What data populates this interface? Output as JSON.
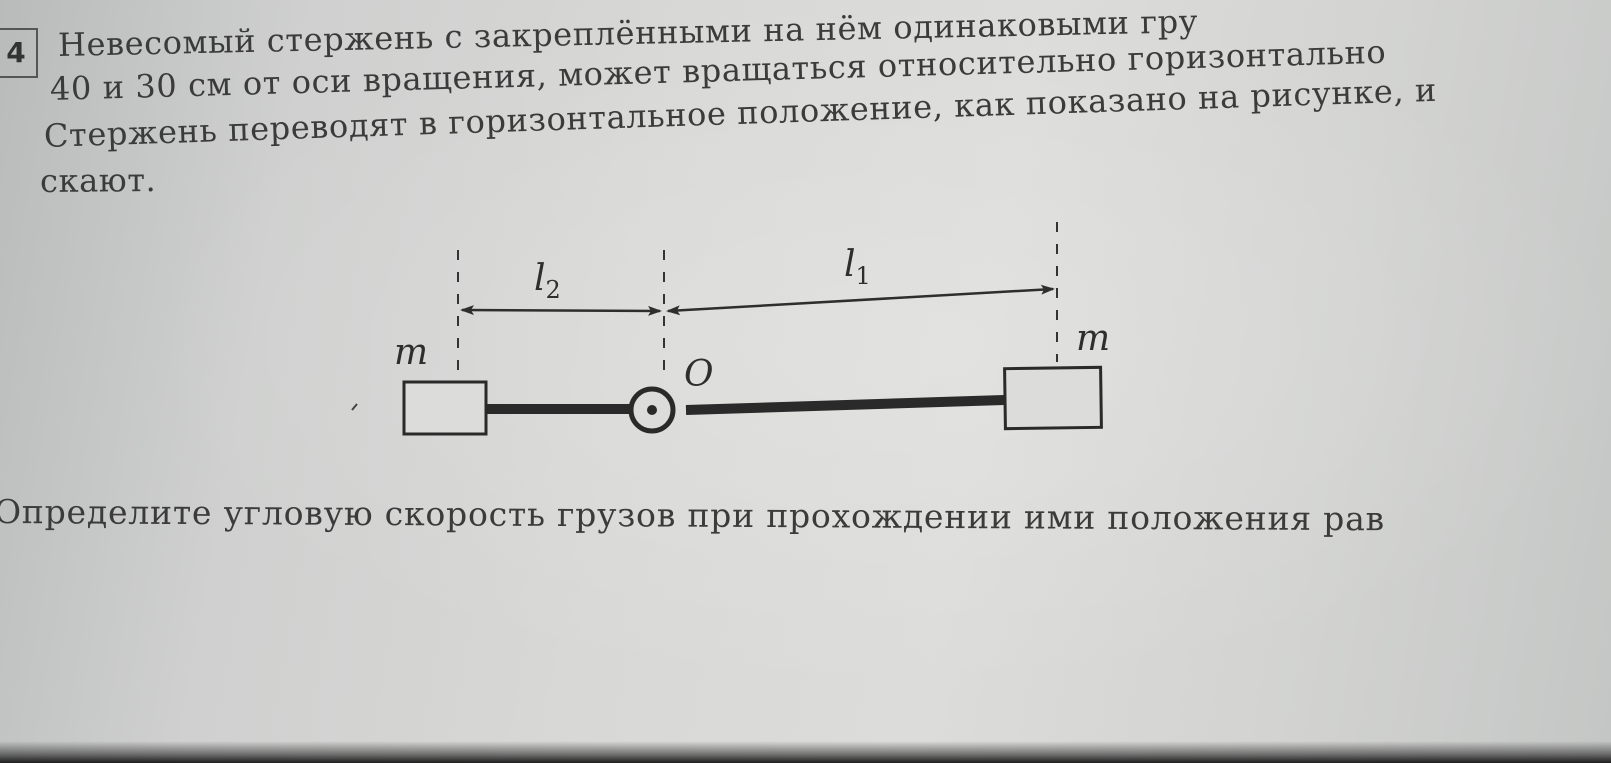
{
  "problem": {
    "number": "4",
    "lines": [
      "Невесомый стержень с закреплёнными на нём одинаковыми гру",
      "40 и 30 см от оси вращения, может вращаться относительно горизонтально",
      "Стержень переводят в горизонтальное положение, как показано на рисунке, и",
      "скают."
    ],
    "question": "Определите угловую скорость грузов при прохождении ими положения рав"
  },
  "figure": {
    "label_l2": "l",
    "label_l2_sub": "2",
    "label_l1": "l",
    "label_l1_sub": "1",
    "label_mass_left": "m",
    "label_mass_right": "m",
    "label_axis": "O"
  }
}
